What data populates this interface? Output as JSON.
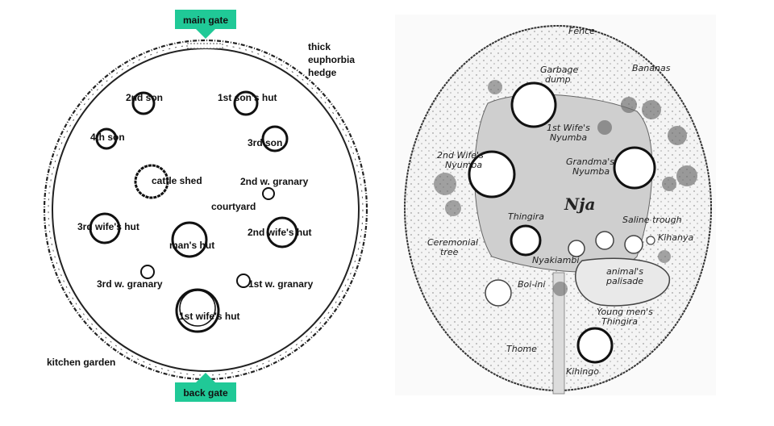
{
  "left": {
    "gates": {
      "main": "main gate",
      "back": "back gate",
      "color": "#20c997"
    },
    "labels": {
      "hedge_1": "thick",
      "hedge_2": "euphorbia",
      "hedge_3": "hedge",
      "son2": "2nd son",
      "son1": "1st son's hut",
      "son4": "4th son",
      "son3": "3rd son",
      "cattle": "cattle shed",
      "granary2": "2nd w. granary",
      "courtyard": "courtyard",
      "wife3": "3rd wife's hut",
      "wife2": "2nd wife's hut",
      "man": "man's hut",
      "granary3": "3rd w. granary",
      "granary1": "1st w. granary",
      "wife1": "1st wife's hut",
      "garden": "kitchen garden"
    }
  },
  "right": {
    "labels": {
      "fence": "Fence",
      "garbage_1": "Garbage",
      "garbage_2": "dump",
      "bananas": "Bananas",
      "wife1_1": "1st Wife's",
      "wife1_2": "Nyumba",
      "wife2_1": "2nd Wife's",
      "wife2_2": "Nyumba",
      "grandma_1": "Grandma's",
      "grandma_2": "Nyumba",
      "nja": "Nja",
      "thingira": "Thingira",
      "saline_1": "Saline trough",
      "kihanya": "Kihanya",
      "ceremonial_1": "Ceremonial",
      "ceremonial_2": "tree",
      "nyakiambi": "Nyakiambi",
      "palisade_1": "animal's",
      "palisade_2": "palisade",
      "boiini": "Boi-ini",
      "young_1": "Young men's",
      "young_2": "Thingira",
      "thome": "Thome",
      "kihingo": "Kihingo"
    }
  }
}
